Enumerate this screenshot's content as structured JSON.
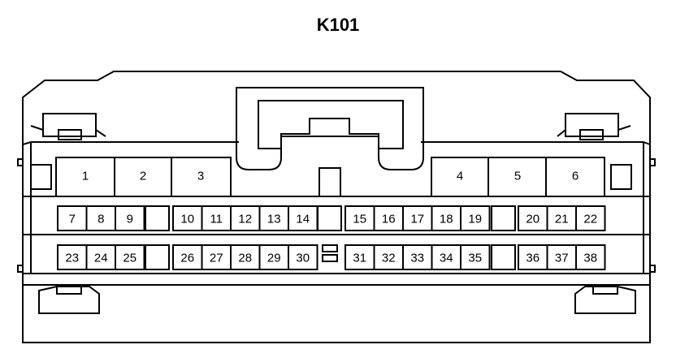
{
  "title": "K101",
  "pins": {
    "big_left": [
      "1",
      "2",
      "3"
    ],
    "big_right": [
      "4",
      "5",
      "6"
    ],
    "row1_left_a": [
      "7",
      "8",
      "9"
    ],
    "row1_left_b": [
      "10",
      "11",
      "12",
      "13",
      "14"
    ],
    "row1_right_a": [
      "15",
      "16",
      "17",
      "18",
      "19"
    ],
    "row1_right_b": [
      "20",
      "21",
      "22"
    ],
    "row2_left_a": [
      "23",
      "24",
      "25"
    ],
    "row2_left_b": [
      "26",
      "27",
      "28",
      "29",
      "30"
    ],
    "row2_right_a": [
      "31",
      "32",
      "33",
      "34",
      "35"
    ],
    "row2_right_b": [
      "36",
      "37",
      "38"
    ]
  }
}
